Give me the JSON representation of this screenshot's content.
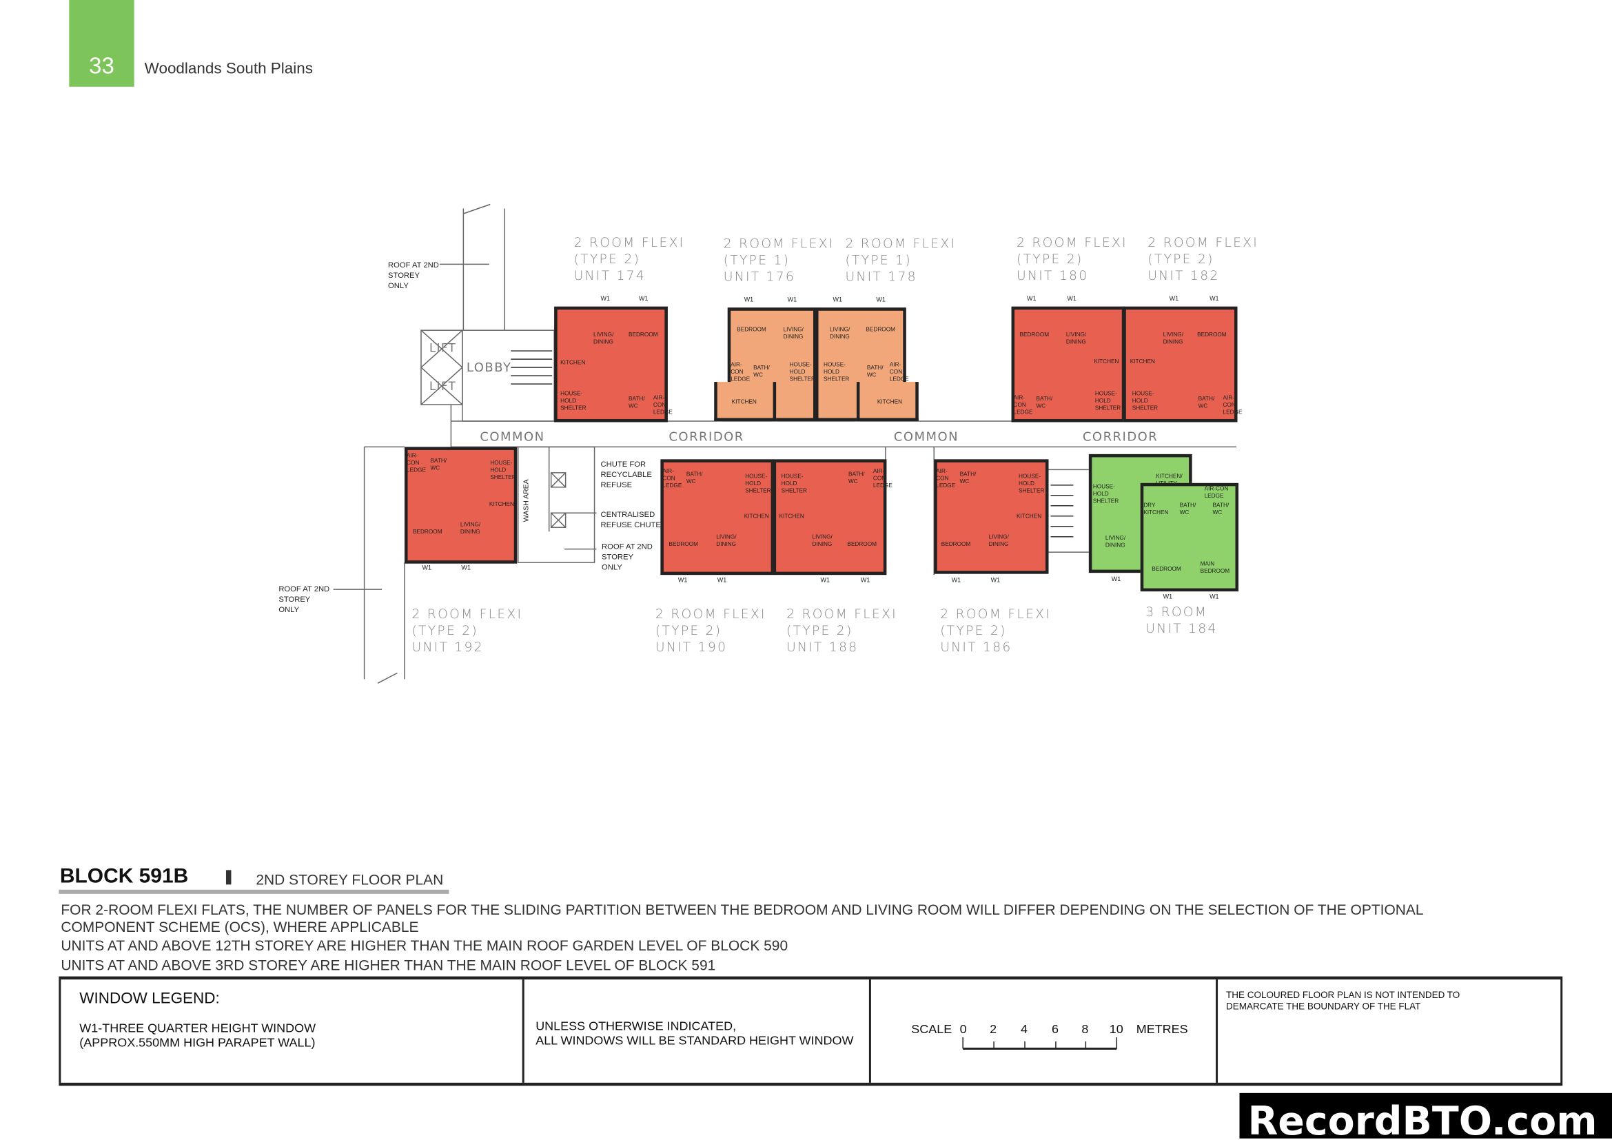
{
  "header": {
    "page_number": "33",
    "title": "Woodlands South Plains",
    "accent_color": "#7dc55a"
  },
  "colors": {
    "two_room_type2": "#e8604f",
    "two_room_type1": "#f2a77a",
    "three_room": "#8fd16a"
  },
  "w1": "W1",
  "plan_labels": {
    "lift": "LIFT",
    "lobby": "LOBBY",
    "common": "COMMON",
    "corridor": "CORRIDOR",
    "wash_area": "WASH AREA",
    "chute_recyclable": "CHUTE FOR RECYCLABLE REFUSE",
    "centralised_chute": "CENTRALISED REFUSE CHUTE",
    "roof": "ROOF AT 2ND STOREY ONLY"
  },
  "units": {
    "u174": {
      "title": "2 ROOM FLEXI\n(TYPE 2)\nUNIT 174",
      "rooms": [
        "LIVING/ DINING",
        "BEDROOM",
        "KITCHEN",
        "HOUSE-HOLD SHELTER",
        "BATH/ WC",
        "AIR-CON LEDGE"
      ]
    },
    "u176": {
      "title": "2 ROOM FLEXI\n(TYPE 1)\nUNIT 176",
      "rooms": [
        "BEDROOM",
        "LIVING/ DINING",
        "BATH/ WC",
        "AIR-CON LEDGE",
        "HOUSE-HOLD SHELTER",
        "KITCHEN"
      ]
    },
    "u178": {
      "title": "2 ROOM FLEXI\n(TYPE 1)\nUNIT 178",
      "rooms": [
        "LIVING/ DINING",
        "BEDROOM",
        "HOUSE-HOLD SHELTER",
        "BATH/ WC",
        "AIR-CON LEDGE",
        "KITCHEN"
      ]
    },
    "u180": {
      "title": "2 ROOM FLEXI\n(TYPE 2)\nUNIT 180",
      "rooms": [
        "BEDROOM",
        "LIVING/ DINING",
        "KITCHEN",
        "HOUSE-HOLD SHELTER",
        "BATH/ WC",
        "AIR-CON LEDGE"
      ]
    },
    "u182": {
      "title": "2 ROOM FLEXI\n(TYPE 2)\nUNIT 182",
      "rooms": [
        "LIVING/ DINING",
        "BEDROOM",
        "KITCHEN",
        "HOUSE-HOLD SHELTER",
        "BATH/ WC",
        "AIR-CON LEDGE"
      ]
    },
    "u192": {
      "title": "2 ROOM FLEXI\n(TYPE 2)\nUNIT 192",
      "rooms": [
        "AIR-CON LEDGE",
        "BATH/ WC",
        "HOUSE-HOLD SHELTER",
        "KITCHEN",
        "BEDROOM",
        "LIVING/ DINING"
      ]
    },
    "u190": {
      "title": "2 ROOM FLEXI\n(TYPE 2)\nUNIT 190",
      "rooms": [
        "AIR-CON LEDGE",
        "BATH/ WC",
        "HOUSE-HOLD SHELTER",
        "KITCHEN",
        "BEDROOM",
        "LIVING/ DINING"
      ]
    },
    "u188": {
      "title": "2 ROOM FLEXI\n(TYPE 2)\nUNIT 188",
      "rooms": [
        "HOUSE-HOLD SHELTER",
        "BATH/ WC",
        "AIR-CON LEDGE",
        "KITCHEN",
        "LIVING/ DINING",
        "BEDROOM"
      ]
    },
    "u186": {
      "title": "2 ROOM FLEXI\n(TYPE 2)\nUNIT 186",
      "rooms": [
        "AIR-CON LEDGE",
        "BATH/ WC",
        "HOUSE-HOLD SHELTER",
        "KITCHEN",
        "BEDROOM",
        "LIVING/ DINING"
      ]
    },
    "u184": {
      "title": "3 ROOM\nUNIT 184",
      "rooms": [
        "HOUSE-HOLD SHELTER",
        "KITCHEN/ UTILITY",
        "AIR-CON LEDGE",
        "DRY KITCHEN",
        "BATH/ WC",
        "BATH/ WC",
        "LIVING/ DINING",
        "BEDROOM",
        "MAIN BEDROOM"
      ]
    }
  },
  "block": {
    "name": "BLOCK  591B",
    "subtitle": "2ND STOREY FLOOR PLAN"
  },
  "notes": [
    "FOR 2-ROOM FLEXI FLATS, THE NUMBER OF PANELS FOR THE SLIDING PARTITION BETWEEN THE BEDROOM AND LIVING ROOM WILL DIFFER DEPENDING ON THE SELECTION OF THE OPTIONAL COMPONENT SCHEME (OCS), WHERE APPLICABLE",
    "UNITS AT AND ABOVE 12TH STOREY ARE HIGHER THAN THE MAIN ROOF GARDEN LEVEL OF BLOCK 590",
    "UNITS AT AND ABOVE 3RD STOREY ARE HIGHER THAN THE MAIN ROOF LEVEL OF BLOCK 591"
  ],
  "legend": {
    "title": "WINDOW LEGEND:",
    "w1_line1": "W1-THREE QUARTER HEIGHT WINDOW",
    "w1_line2": "(APPROX.550MM HIGH PARAPET WALL)",
    "std_line1": "UNLESS OTHERWISE INDICATED,",
    "std_line2": "ALL WINDOWS WILL BE STANDARD HEIGHT WINDOW",
    "scale_label": "SCALE",
    "scale_ticks": [
      "0",
      "2",
      "4",
      "6",
      "8",
      "10"
    ],
    "scale_unit": "METRES",
    "disclaimer": "THE COLOURED FLOOR PLAN IS NOT INTENDED TO DEMARCATE THE BOUNDARY OF THE FLAT"
  },
  "watermark": "RecordBTO.com"
}
